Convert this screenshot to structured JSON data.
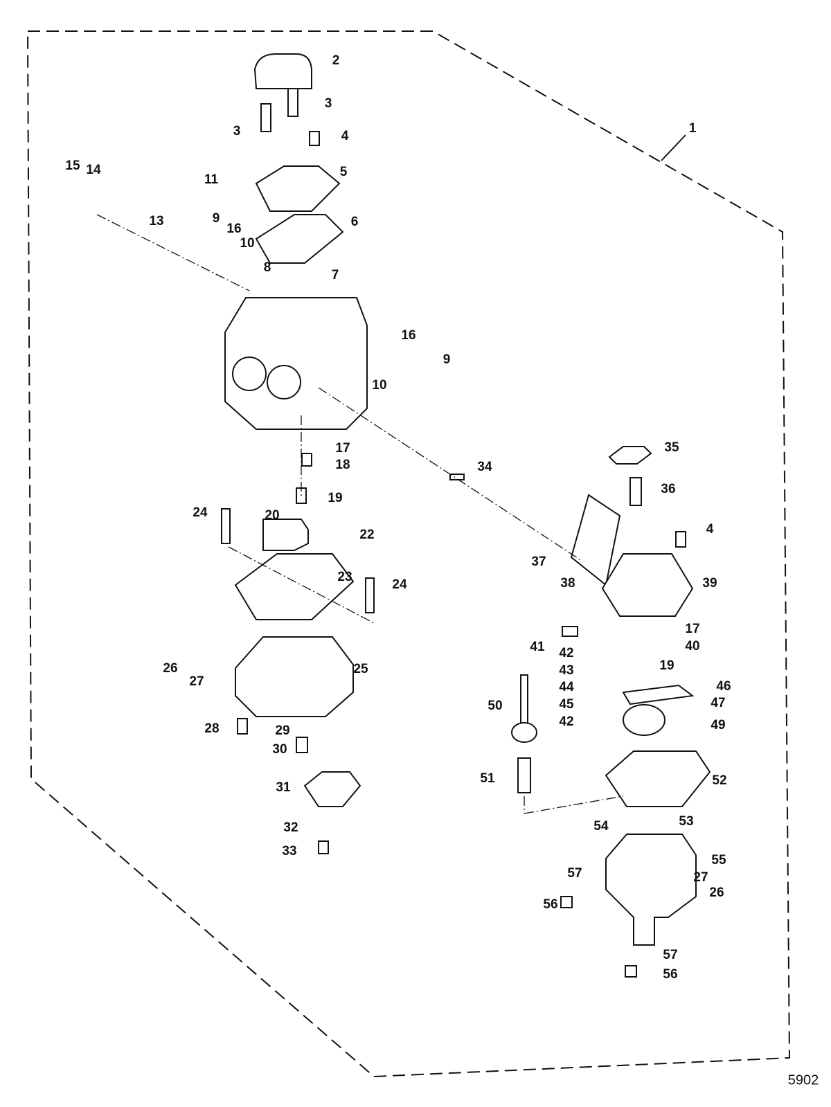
{
  "diagram": {
    "figure_number": "5902",
    "callouts": [
      "1",
      "2",
      "3",
      "3",
      "4",
      "5",
      "6",
      "7",
      "8",
      "9",
      "10",
      "11",
      "13",
      "14",
      "15",
      "16",
      "16",
      "9",
      "10",
      "17",
      "18",
      "19",
      "34",
      "35",
      "36",
      "24",
      "20",
      "22",
      "4",
      "37",
      "38",
      "39",
      "23",
      "24",
      "41",
      "42",
      "17",
      "40",
      "43",
      "19",
      "26",
      "27",
      "25",
      "44",
      "45",
      "46",
      "47",
      "42",
      "50",
      "49",
      "28",
      "29",
      "30",
      "51",
      "52",
      "31",
      "53",
      "54",
      "32",
      "55",
      "33",
      "57",
      "27",
      "26",
      "56",
      "57",
      "56"
    ]
  }
}
